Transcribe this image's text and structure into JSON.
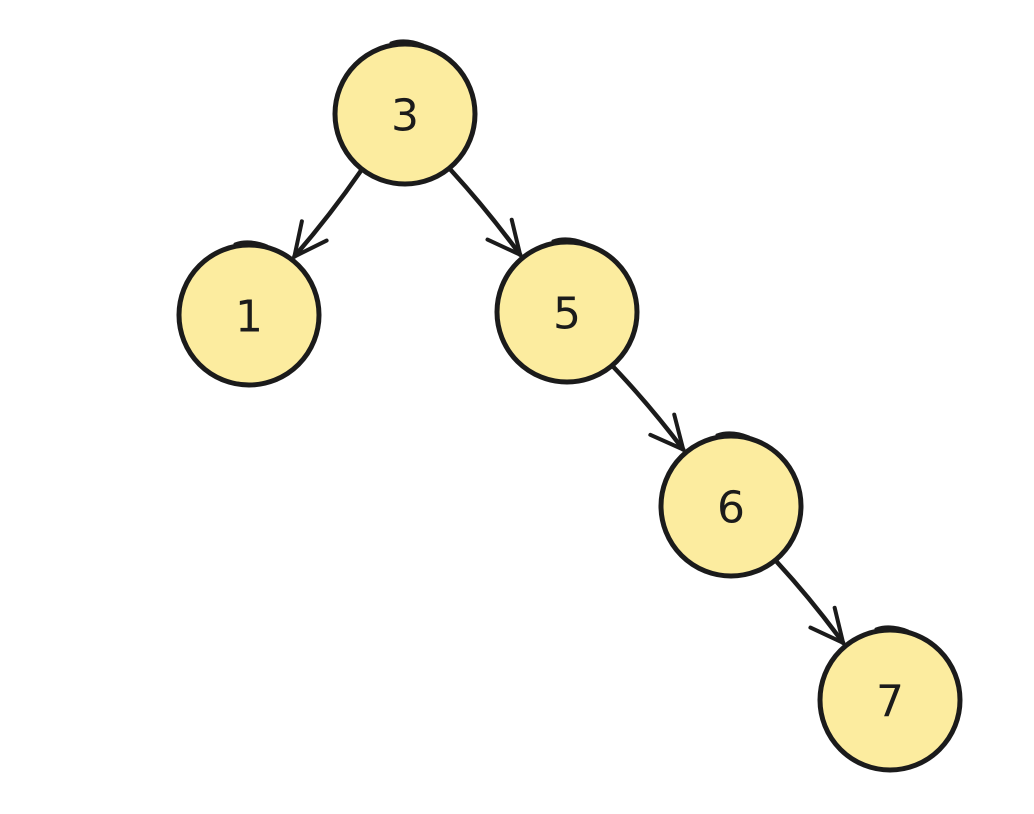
{
  "diagram": {
    "type": "binary-search-tree",
    "colors": {
      "node_fill": "#fcec9f",
      "stroke": "#1b1b1b",
      "background": "#ffffff"
    },
    "nodes": [
      {
        "id": "n3",
        "label": "3"
      },
      {
        "id": "n1",
        "label": "1"
      },
      {
        "id": "n5",
        "label": "5"
      },
      {
        "id": "n6",
        "label": "6"
      },
      {
        "id": "n7",
        "label": "7"
      }
    ],
    "edges": [
      {
        "from": "n3",
        "to": "n1"
      },
      {
        "from": "n3",
        "to": "n5"
      },
      {
        "from": "n5",
        "to": "n6"
      },
      {
        "from": "n6",
        "to": "n7"
      }
    ]
  }
}
